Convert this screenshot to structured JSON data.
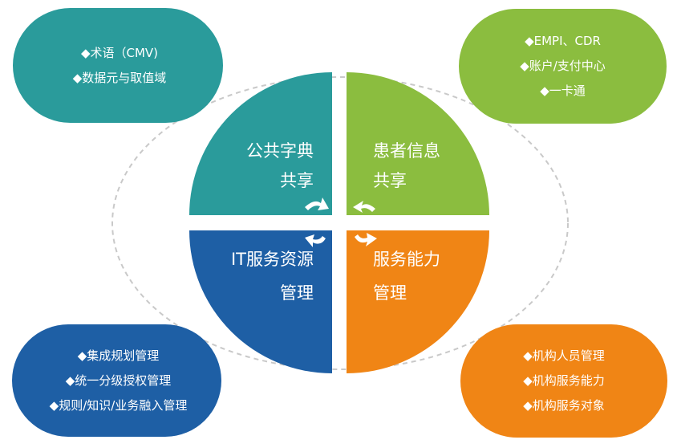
{
  "quadrants": {
    "top_left": {
      "line1": "公共字典",
      "line2": "共享",
      "color": "#2a9b9b"
    },
    "top_right": {
      "line1": "患者信息",
      "line2": "共享",
      "color": "#8bbd3f"
    },
    "bottom_left": {
      "line1": "IT服务资源",
      "line2": "管理",
      "color": "#1e5fa5"
    },
    "bottom_right": {
      "line1": "服务能力",
      "line2": "管理",
      "color": "#f08515"
    }
  },
  "pills": {
    "top_left": {
      "items": [
        "◆术语（CMV)",
        "◆数据元与取值域"
      ]
    },
    "top_right": {
      "items": [
        "◆EMPI、CDR",
        "◆账户/支付中心",
        "◆一卡通"
      ]
    },
    "bottom_left": {
      "items": [
        "◆集成规划管理",
        "◆统一分级授权管理",
        "◆规则/知识/业务融入管理"
      ]
    },
    "bottom_right": {
      "items": [
        "◆机构人员管理",
        "◆机构服务能力",
        "◆机构服务对象"
      ]
    }
  }
}
